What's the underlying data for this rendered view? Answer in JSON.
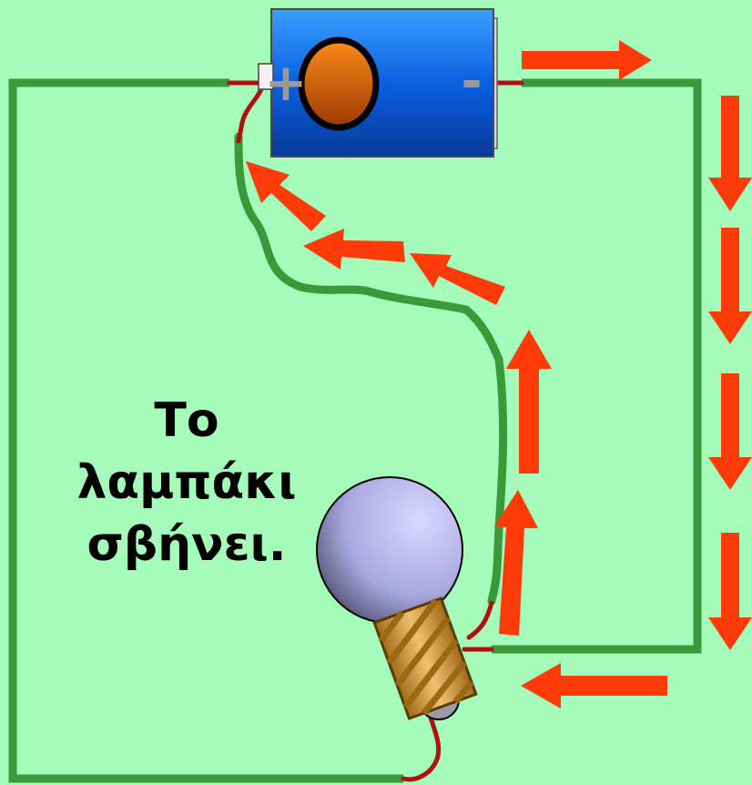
{
  "caption": {
    "lines": [
      "Το",
      "λαμπάκι",
      "σβήνει."
    ]
  },
  "battery": {
    "plus_symbol": "+",
    "minus_symbol": "-"
  },
  "colors": {
    "background": "#a5fbb9",
    "wire": "#3a9a3a",
    "lead_wire": "#b01010",
    "arrow": "#ff3b0a",
    "battery_body": "#0a5ad8",
    "battery_cap": "#e85a00",
    "bulb_glass": "#b8b8f0",
    "bulb_base": "#c8953a"
  },
  "icons": [
    "battery-icon",
    "light-bulb-icon",
    "current-arrow-icon"
  ]
}
